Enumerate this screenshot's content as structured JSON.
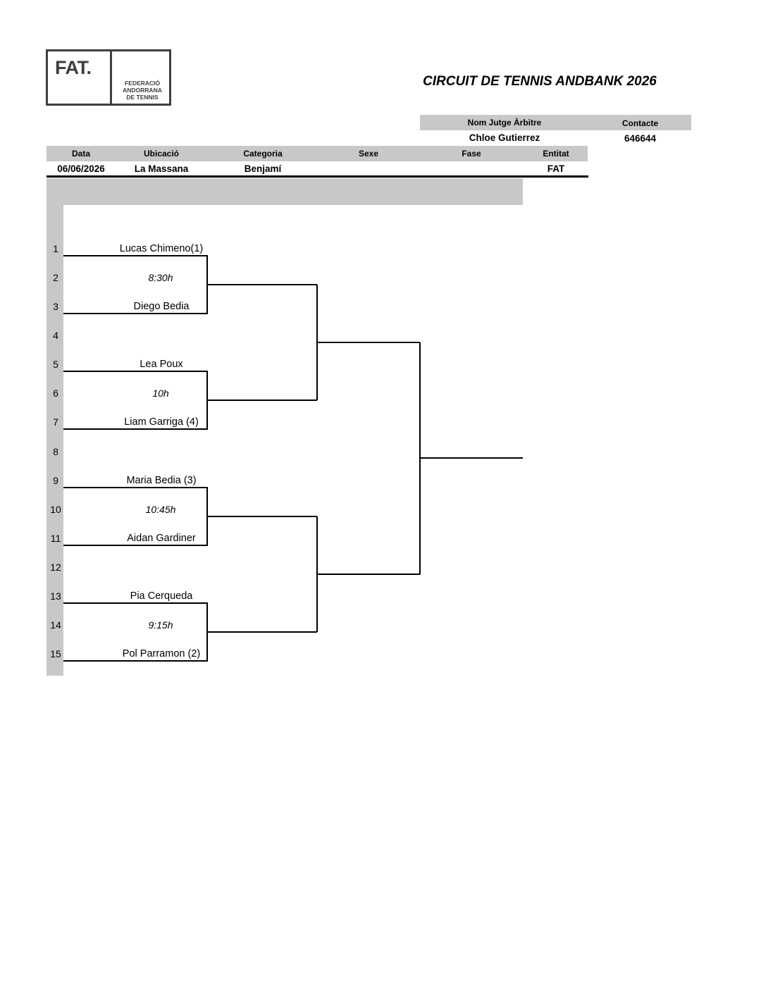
{
  "logo": {
    "mark": "FAT.",
    "line1": "FEDERACIÓ",
    "line2": "ANDORRANA",
    "line3": "DE TENNIS"
  },
  "title": "CIRCUIT DE TENNIS ANDBANK 2026",
  "referee": {
    "label": "Nom Jutge Àrbitre",
    "value": "Chloe Gutierrez"
  },
  "contact": {
    "label": "Contacte",
    "value": "646644"
  },
  "info": {
    "headers": [
      "Data",
      "Ubicació",
      "Categoria",
      "Sexe",
      "Fase",
      "Entitat"
    ],
    "values": [
      "06/06/2026",
      "La Massana",
      "Benjamí",
      "",
      "",
      "FAT"
    ]
  },
  "rows": [
    "1",
    "2",
    "3",
    "4",
    "5",
    "6",
    "7",
    "8",
    "9",
    "10",
    "11",
    "12",
    "13",
    "14",
    "15"
  ],
  "matches": [
    {
      "player1": "Lucas Chimeno(1)",
      "time": "8:30h",
      "player2": "Diego Bedia"
    },
    {
      "player1": "Lea Poux",
      "time": "10h",
      "player2": "Liam Garriga (4)"
    },
    {
      "player1": "Maria Bedia (3)",
      "time": "10:45h",
      "player2": "Aidan Gardiner"
    },
    {
      "player1": "Pia Cerqueda",
      "time": "9:15h",
      "player2": "Pol Parramon (2)"
    }
  ]
}
